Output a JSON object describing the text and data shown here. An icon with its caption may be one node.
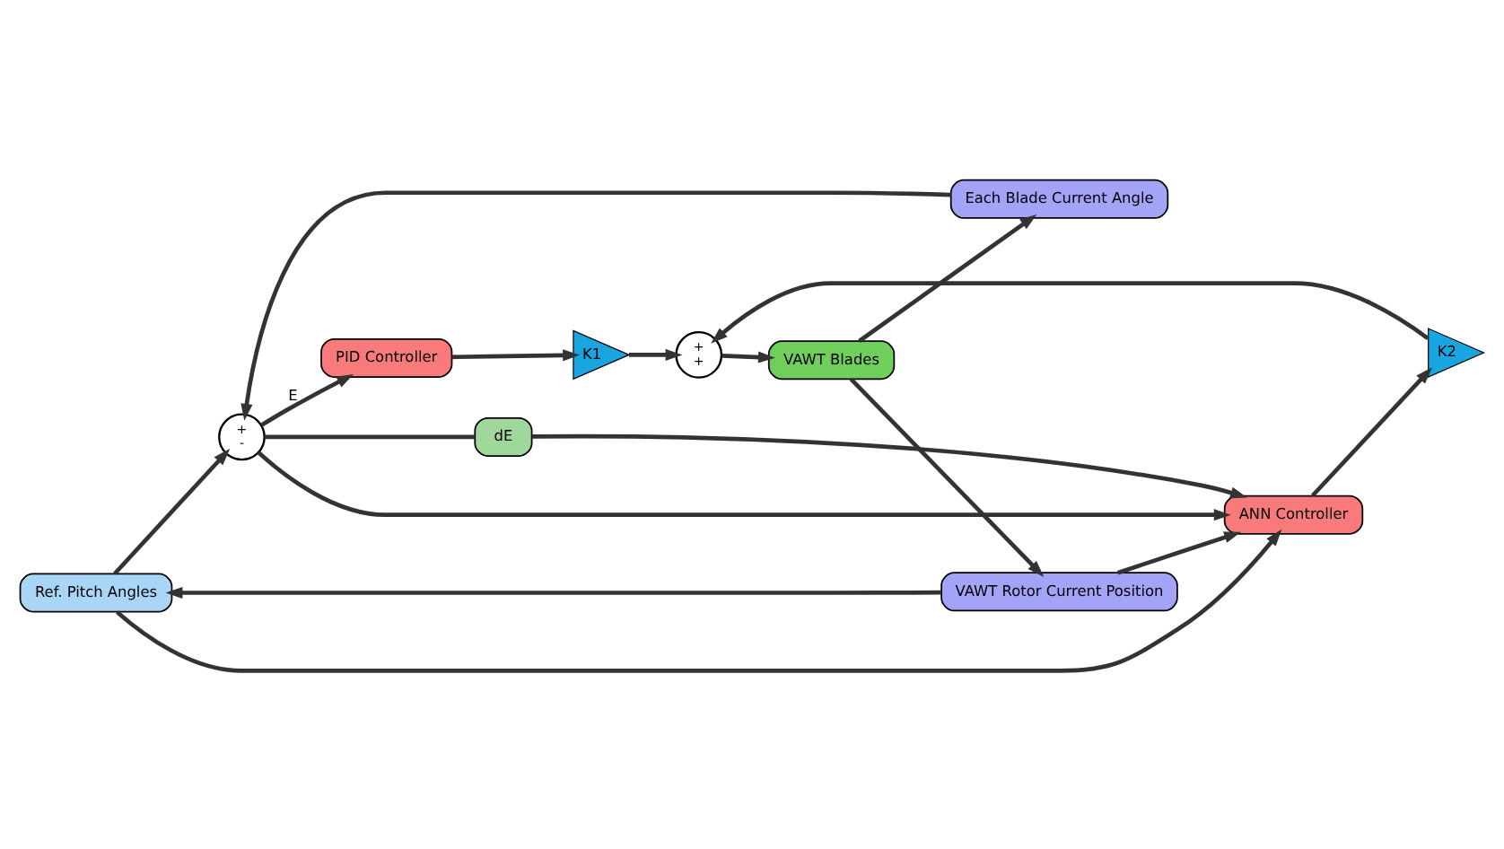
{
  "diagram": {
    "nodes": [
      {
        "text": [
          "Ref. Pitch Angles"
        ]
      },
      {
        "text": [
          "+",
          "-"
        ]
      },
      {
        "text": [
          "PID Controller"
        ]
      },
      {
        "text": [
          "dE"
        ]
      },
      {
        "text": [
          "ANN Controller"
        ]
      },
      {
        "text": [
          "K1"
        ]
      },
      {
        "text": [
          "K2"
        ]
      },
      {
        "text": [
          "+",
          "+"
        ]
      },
      {
        "text": [
          "VAWT Blades"
        ]
      },
      {
        "text": [
          "Each Blade Current Angle"
        ]
      },
      {
        "text": [
          "VAWT Rotor Current Position"
        ]
      }
    ],
    "edges": [
      {
        "from": 0,
        "to": 1,
        "arrow": "to"
      },
      {
        "from": 0,
        "to": 4,
        "arrow": "to"
      },
      {
        "from": 1,
        "to": 2,
        "arrow": "to",
        "label": "E"
      },
      {
        "from": 1,
        "to": 4,
        "arrow": "to"
      },
      {
        "from": 1,
        "to": 3,
        "arrow": "none"
      },
      {
        "from": 3,
        "to": 4,
        "arrow": "to"
      },
      {
        "from": 2,
        "to": 5,
        "arrow": "to"
      },
      {
        "from": 4,
        "to": 6,
        "arrow": "to"
      },
      {
        "from": 5,
        "to": 7,
        "arrow": "to"
      },
      {
        "from": 6,
        "to": 7,
        "arrow": "to"
      },
      {
        "from": 7,
        "to": 8,
        "arrow": "to"
      },
      {
        "from": 8,
        "to": 9,
        "arrow": "to"
      },
      {
        "from": 8,
        "to": 10,
        "arrow": "to"
      },
      {
        "from": 9,
        "to": 1,
        "arrow": "to"
      },
      {
        "from": 10,
        "to": 4,
        "arrow": "to"
      },
      {
        "from": 10,
        "to": 0,
        "arrow": "to"
      }
    ]
  }
}
